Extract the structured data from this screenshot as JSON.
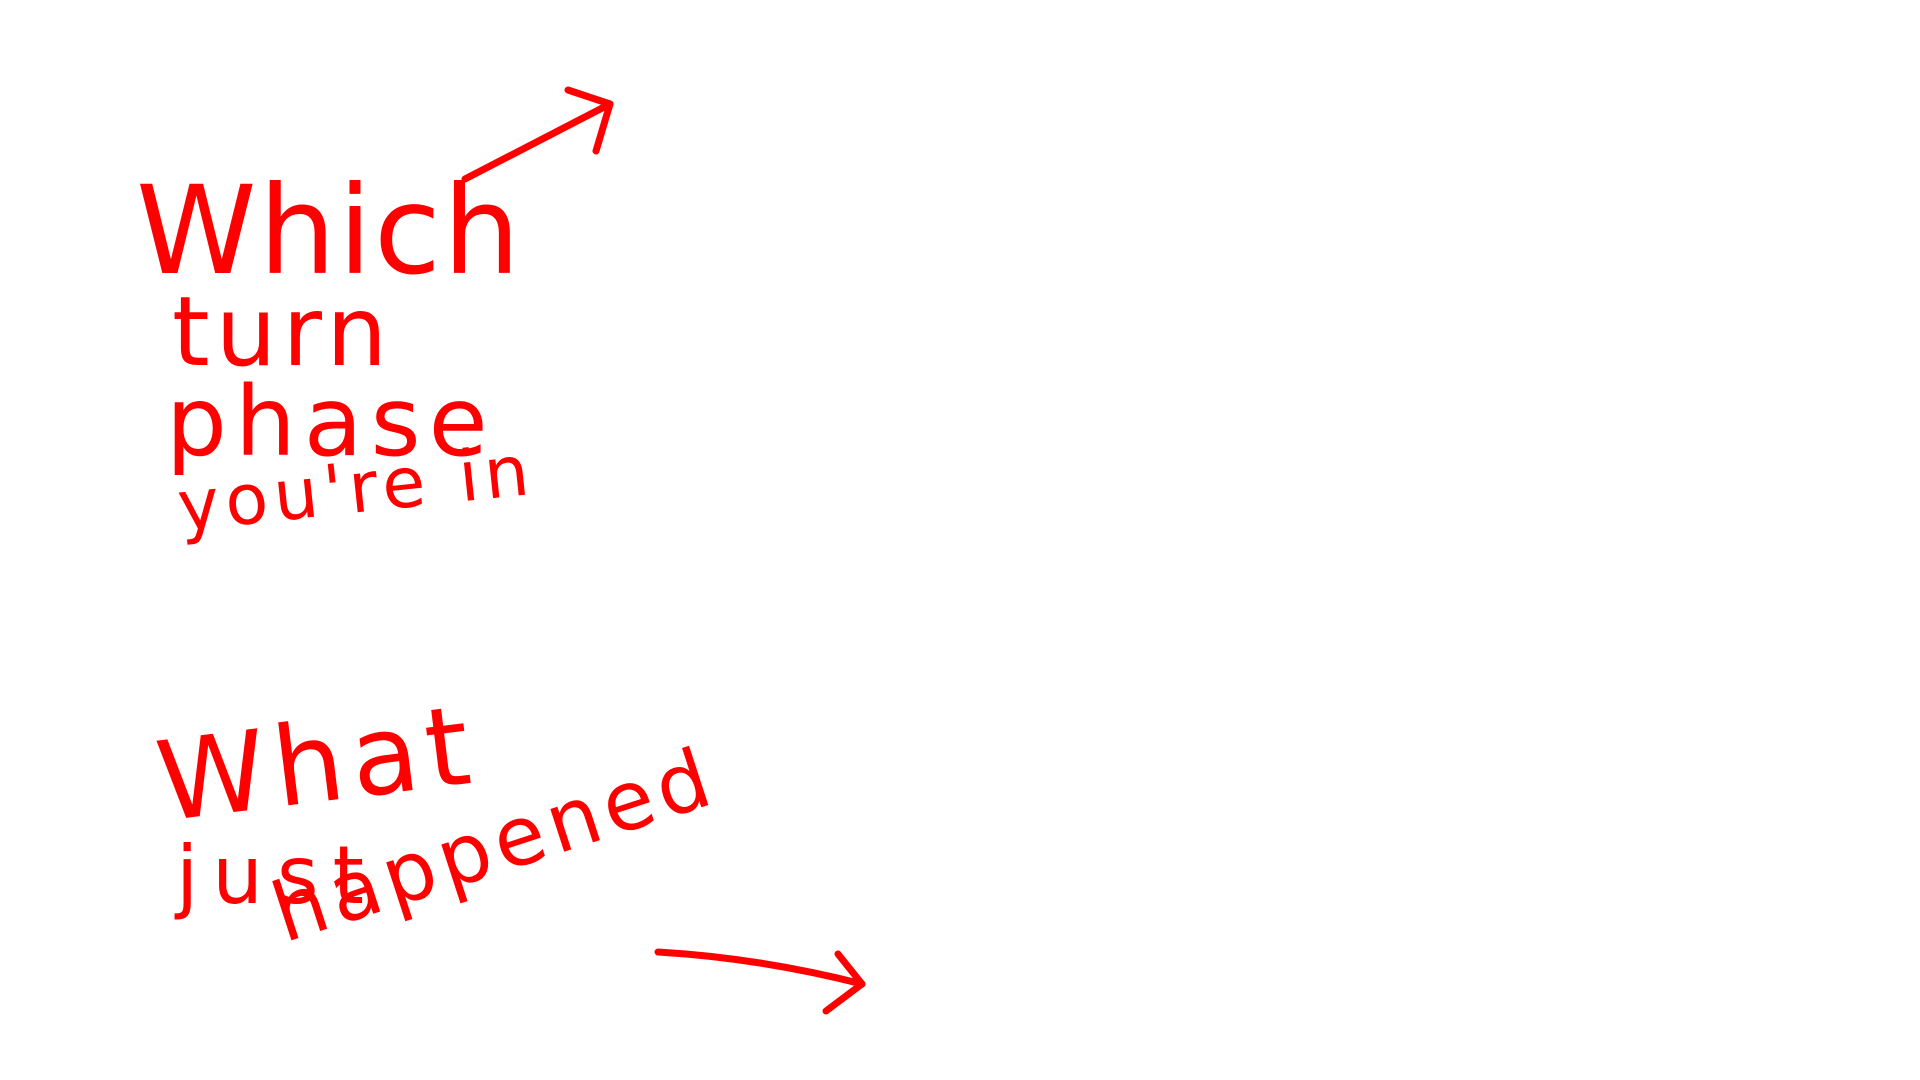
{
  "annotations": {
    "color": "#ff0000",
    "phase_note": {
      "line1": "Which",
      "line2": "turn",
      "line3": "phase",
      "line4": "you're in"
    },
    "happened_note": {
      "line1": "What",
      "line2": "just",
      "line3": "happened"
    },
    "arrows": [
      "arrow-up-right-icon",
      "arrow-right-icon"
    ]
  }
}
